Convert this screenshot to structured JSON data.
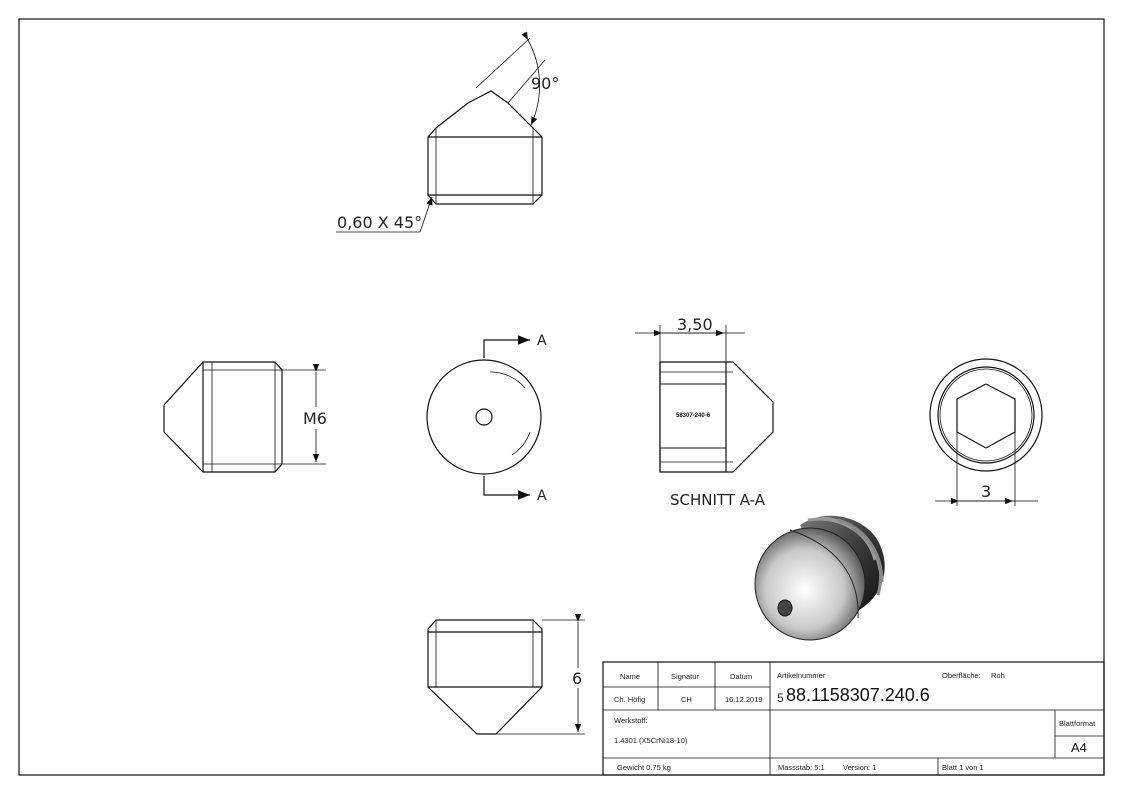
{
  "drawing": {
    "views": {
      "top_chamfer_label": "0,60 X 45°",
      "top_angle_label": "90°",
      "side_thread_label": "M6",
      "section_marker_top": "A",
      "section_marker_bottom": "A",
      "section_width_label": "3,50",
      "section_engraving": "58307-240-6",
      "section_title": "SCHNITT A-A",
      "hex_width_label": "3",
      "bottom_height_label": "6"
    },
    "title_block": {
      "col_name": "Name",
      "col_signatur": "Signatur",
      "col_datum": "Datum",
      "name_value": "Ch. Höfig",
      "signatur_value": "CH",
      "datum_value": "16.12.2019",
      "artikelnummer_label": "Artikelnummer",
      "artikelnummer_prefix": "5",
      "artikelnummer_value": "88.1158307.240.6",
      "oberflaeche_label": "Oberfläche:",
      "oberflaeche_value": "Roh",
      "werkstoff_label": "Werkstoff:",
      "werkstoff_value": "1.4301 (X5CrNi18-10)",
      "blattformat_label": "Blattformat",
      "blattformat_value": "A4",
      "gewicht": "Gewicht 0.75 kg",
      "massstab": "Massstab: 5:1",
      "version": "Version: 1",
      "blatt": "Blatt 1 von 1"
    }
  }
}
